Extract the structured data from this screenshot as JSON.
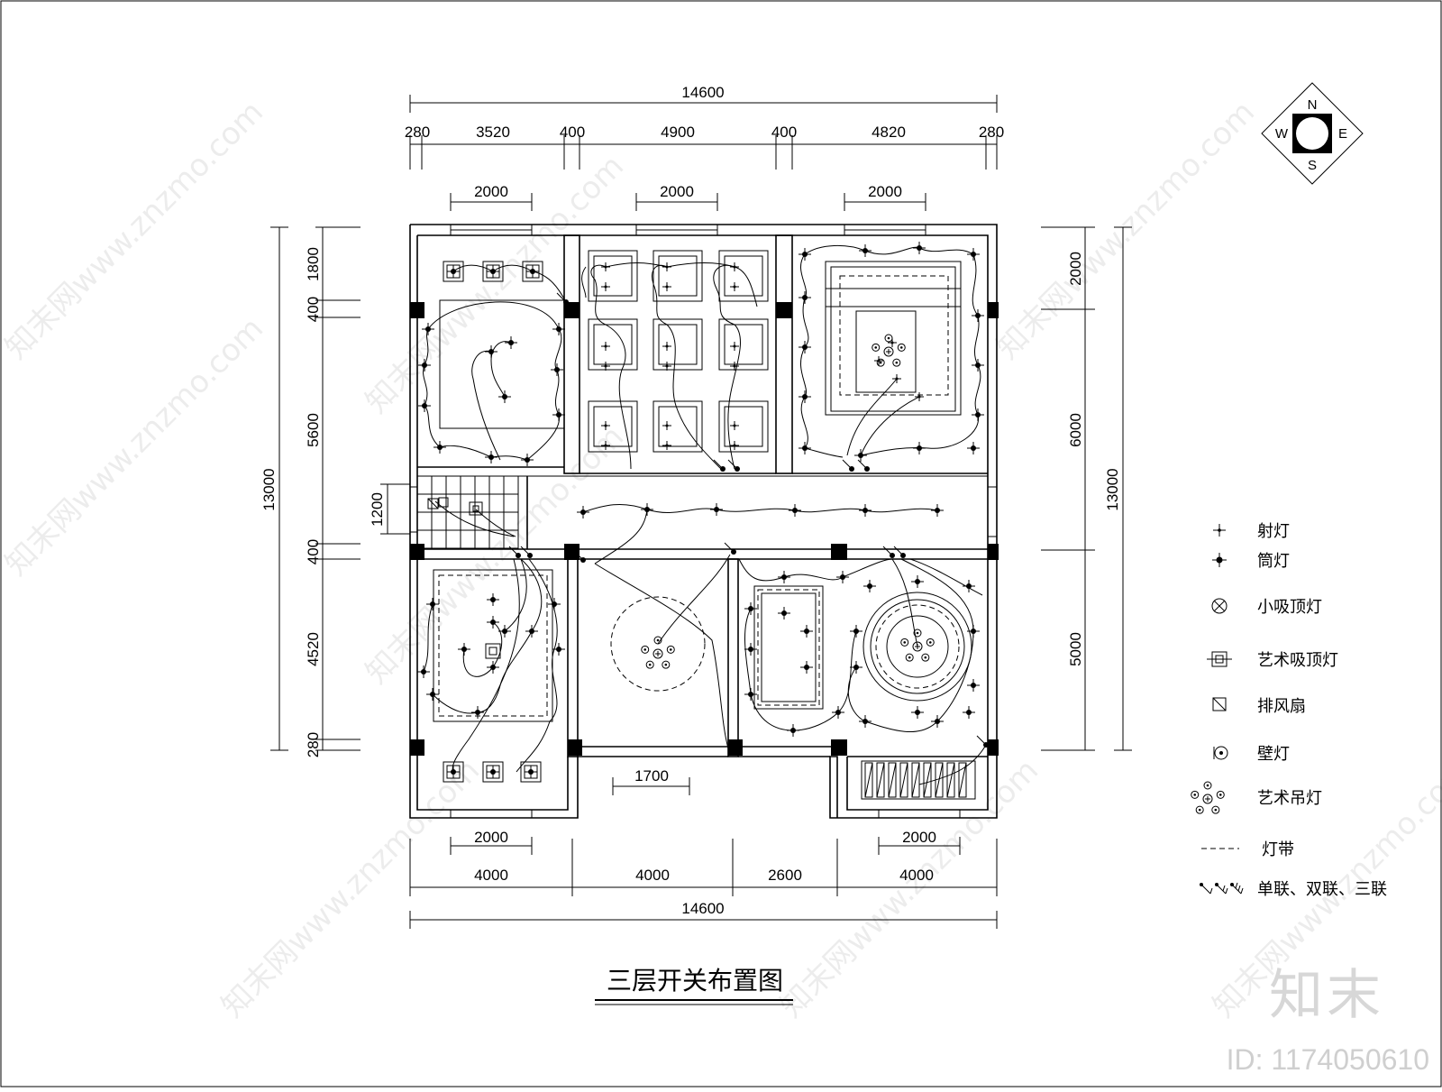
{
  "drawing": {
    "title": "三层开关布置图"
  },
  "dimensions": {
    "top_total": "14600",
    "top_segments": [
      "280",
      "3520",
      "400",
      "4900",
      "400",
      "4820",
      "280"
    ],
    "top_windows": [
      "2000",
      "2000",
      "2000"
    ],
    "bottom_windows": [
      "2000",
      "2000"
    ],
    "bottom_segments": [
      "4000",
      "4000",
      "2600",
      "4000"
    ],
    "bottom_total": "14600",
    "left_total": "13000",
    "left_segments": [
      "1800",
      "400",
      "5600",
      "400",
      "4520",
      "280"
    ],
    "left_bath": "1200",
    "right_total": "13000",
    "right_segments": [
      "2000",
      "6000",
      "5000"
    ],
    "bottom_door": "1700"
  },
  "compass": {
    "n": "N",
    "s": "S",
    "e": "E",
    "w": "W"
  },
  "legend": [
    {
      "icon": "spotlight-icon",
      "label": "射灯"
    },
    {
      "icon": "downlight-icon",
      "label": "筒灯"
    },
    {
      "icon": "small-ceiling-lamp-icon",
      "label": "小吸顶灯"
    },
    {
      "icon": "art-ceiling-lamp-icon",
      "label": "艺术吸顶灯"
    },
    {
      "icon": "exhaust-fan-icon",
      "label": "排风扇"
    },
    {
      "icon": "wall-lamp-icon",
      "label": "壁灯"
    },
    {
      "icon": "art-chandelier-icon",
      "label": "艺术吊灯"
    },
    {
      "icon": "light-strip-icon",
      "label": "灯带"
    },
    {
      "icon": "switch-icon",
      "label": "单联、双联、三联"
    }
  ],
  "watermarks": {
    "site": "知末网www.znzmo.com"
  },
  "brand": {
    "name": "知末",
    "id": "ID: 1174050610"
  }
}
